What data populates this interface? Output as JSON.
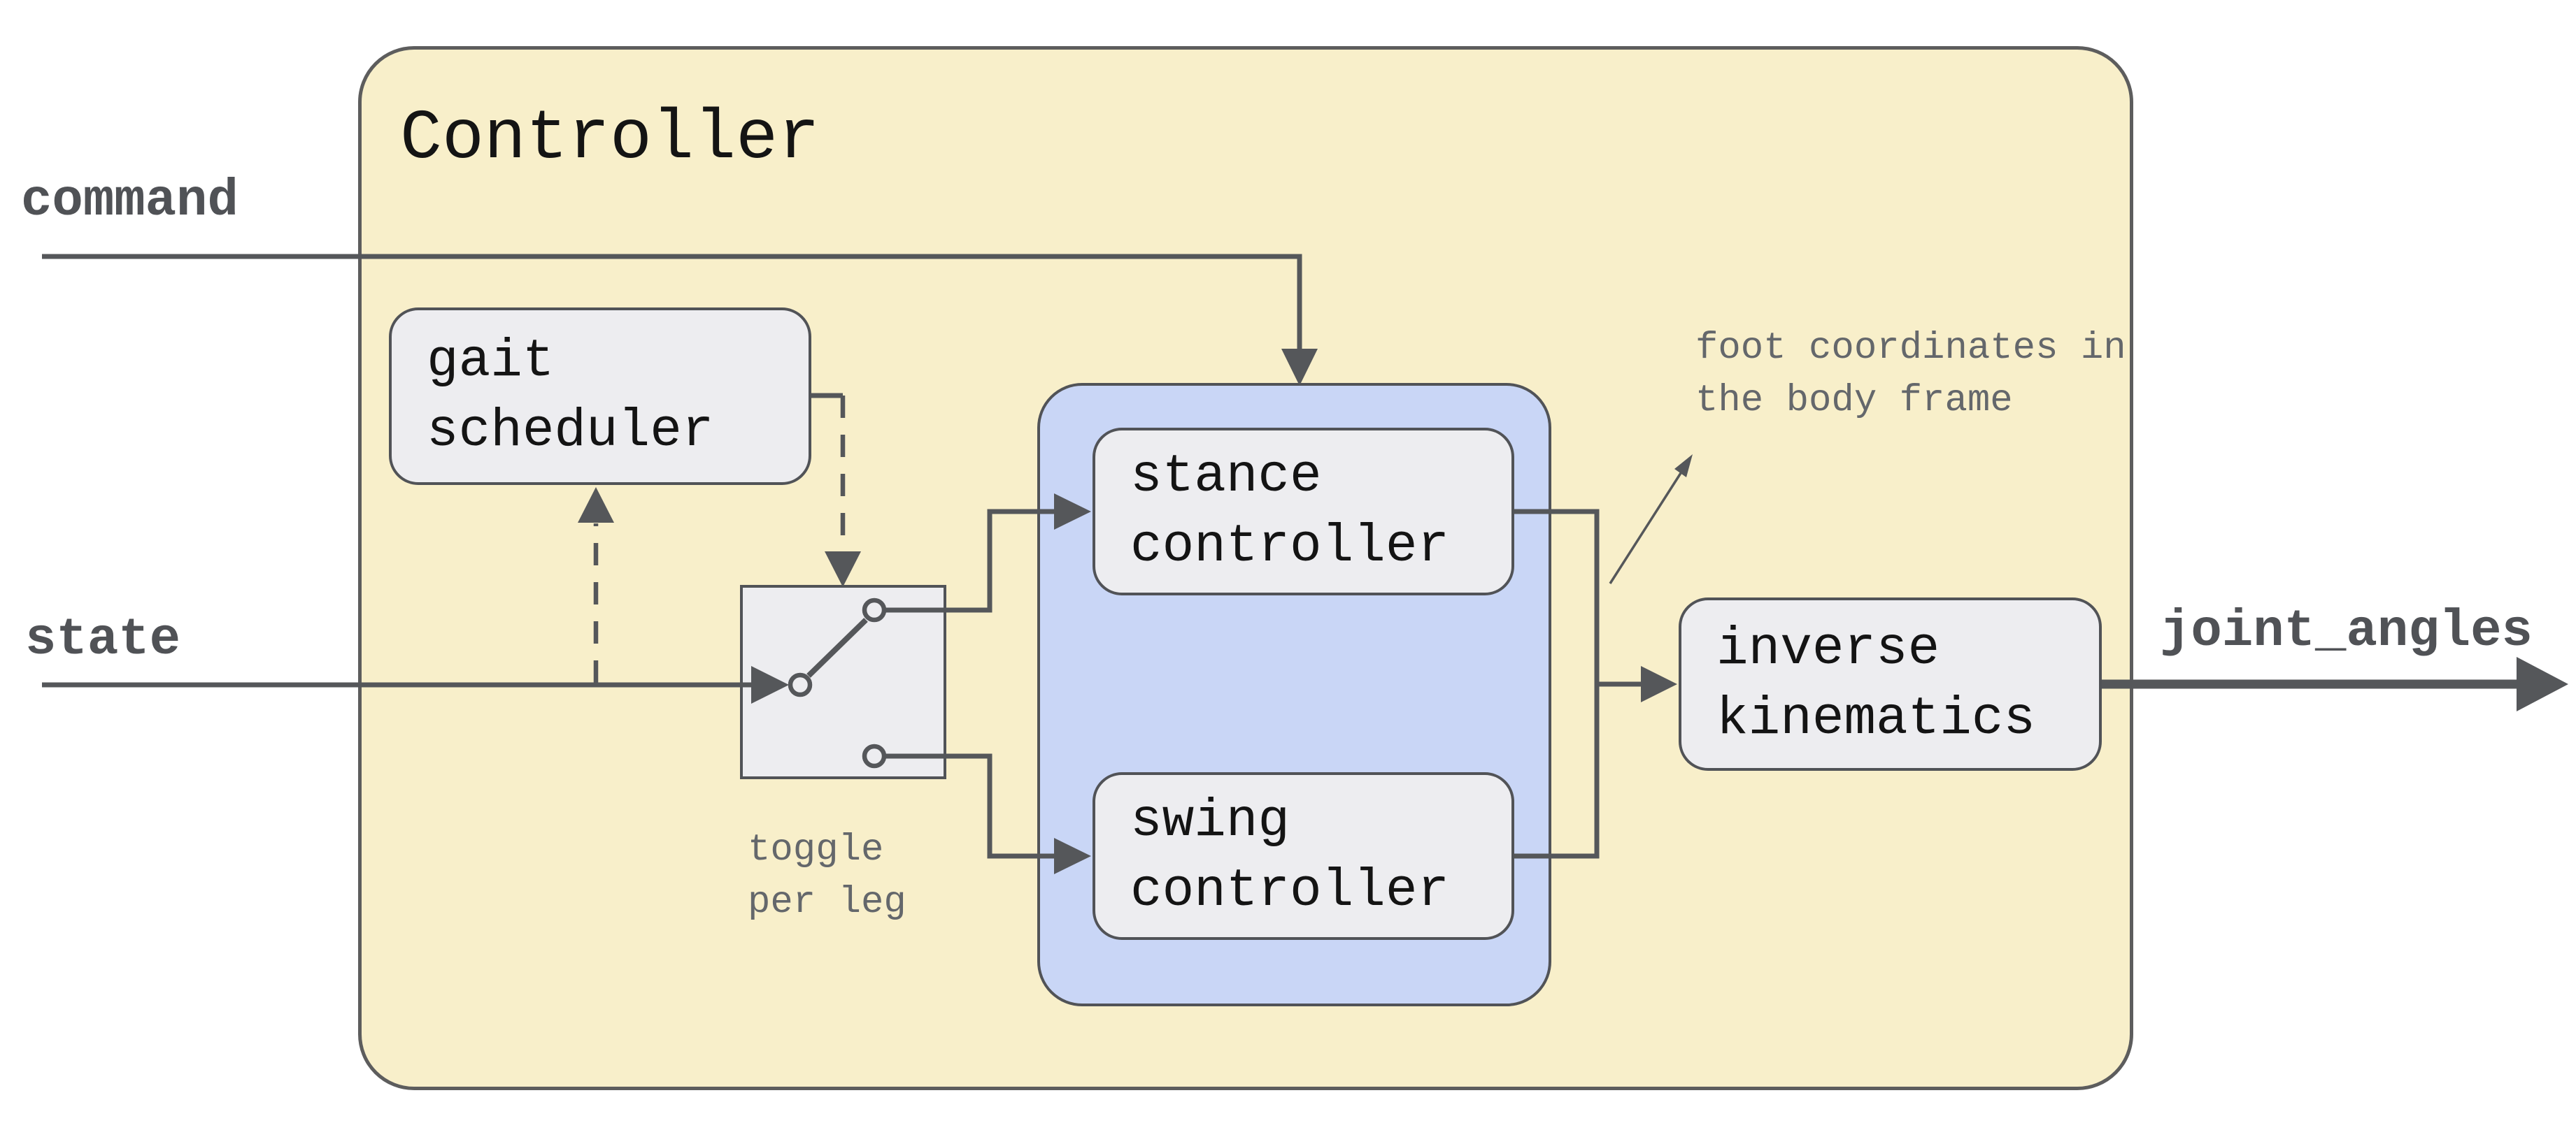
{
  "diagram": {
    "title": "Controller",
    "inputs": [
      {
        "id": "command",
        "label": "command"
      },
      {
        "id": "state",
        "label": "state"
      }
    ],
    "output": {
      "id": "joint_angles",
      "label": "joint_angles"
    },
    "nodes": {
      "gait_scheduler": {
        "label": "gait\nscheduler"
      },
      "stance_controller": {
        "label": "stance\ncontroller"
      },
      "swing_controller": {
        "label": "swing\ncontroller"
      },
      "inverse_kinematics": {
        "label": "inverse\nkinematics"
      },
      "toggle_switch": {
        "icon": "toggle-switch-icon",
        "caption": "toggle\nper leg"
      }
    },
    "annotations": {
      "foot_coordinates": "foot coordinates in\nthe body frame"
    },
    "colors": {
      "container_fill": "#f8efca",
      "container_border": "#5d5d5d",
      "group_fill": "#c9d6f6",
      "node_fill": "#ededf0",
      "node_border": "#515357",
      "wire": "#55575a",
      "node_text": "#141414",
      "io_label": "#505256",
      "caption_text": "#64676b"
    }
  }
}
